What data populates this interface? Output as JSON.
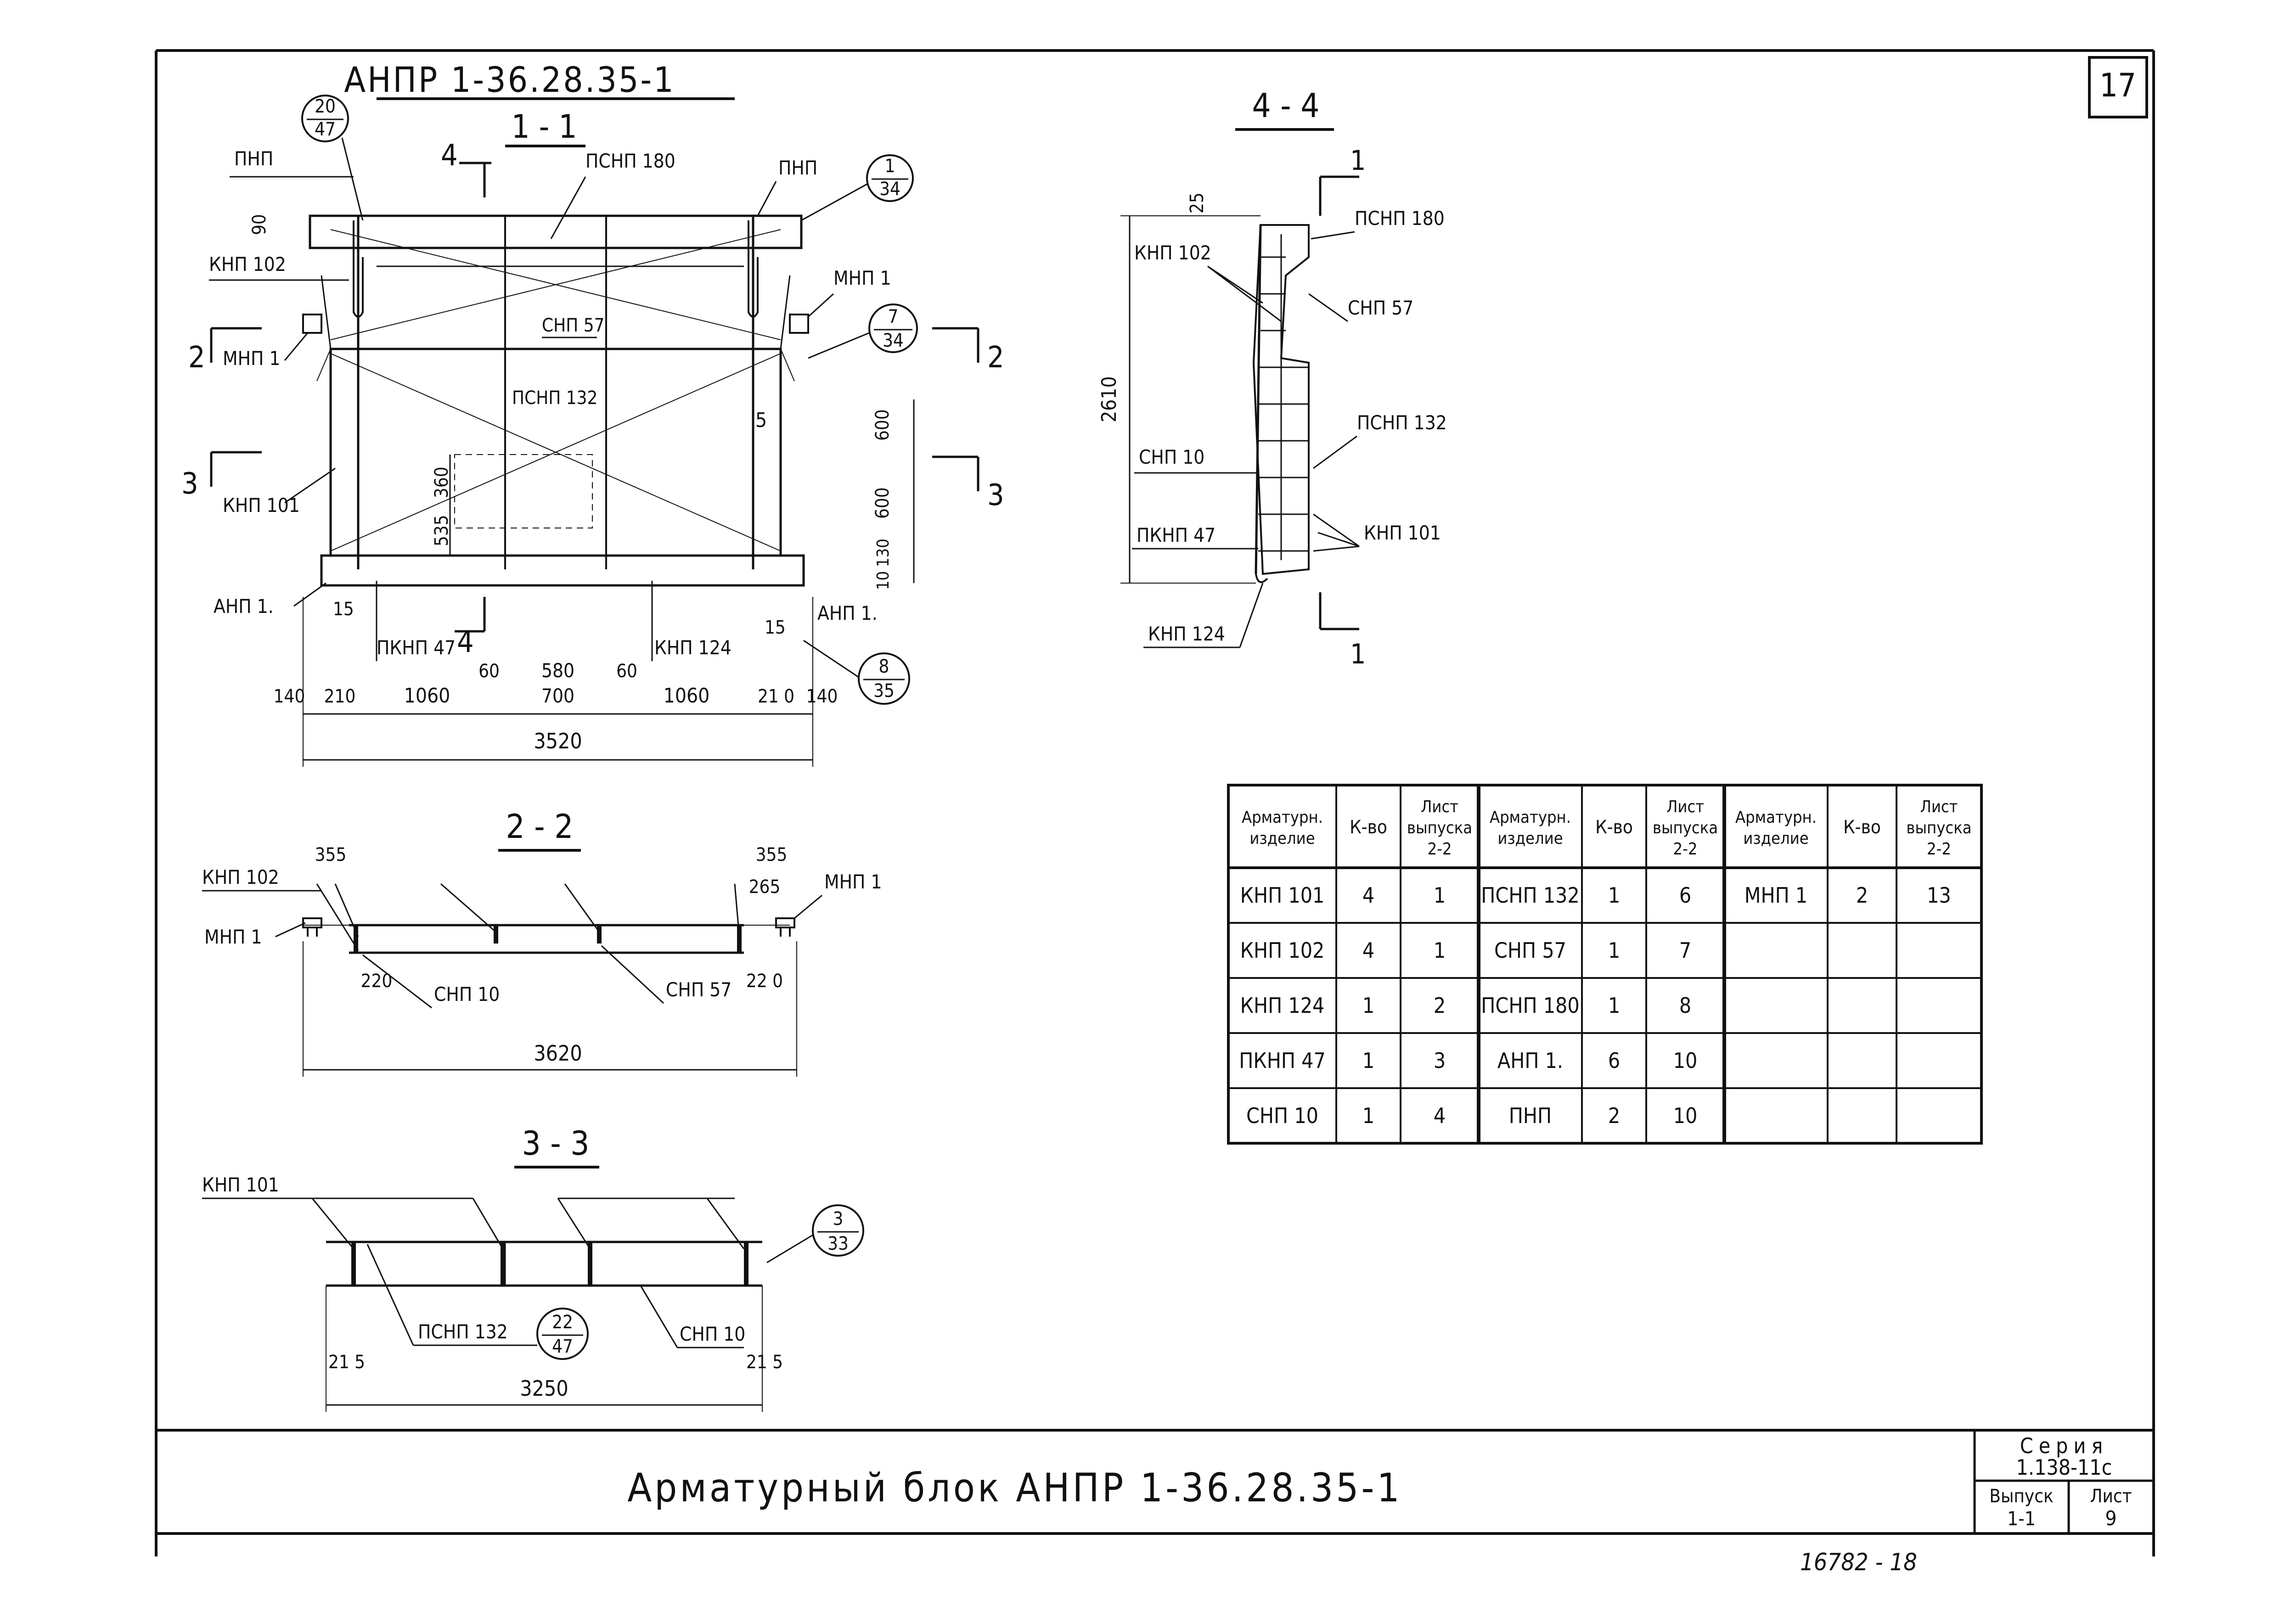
{
  "sheet_number": "17",
  "drawing_title": "АНПР 1-36.28.35-1",
  "caption": "Арматурный блок АНПР 1-36.28.35-1",
  "stamp": {
    "series_label": "Серия",
    "series_value": "1.138-11с",
    "issue_label": "Выпуск",
    "issue_value": "1-1",
    "sheet_label": "Лист",
    "sheet_value": "9"
  },
  "footer_number": "16782 - 18",
  "sections": {
    "s11": "1 - 1",
    "s44": "4 - 4",
    "s22": "2 - 2",
    "s33": "3 - 3"
  },
  "section_markers": {
    "m4": "4",
    "m2": "2",
    "m3": "3",
    "m1": "1"
  },
  "callouts": {
    "c20_47": [
      "20",
      "47"
    ],
    "c1_34": [
      "1",
      "34"
    ],
    "c7_34": [
      "7",
      "34"
    ],
    "c8_35": [
      "8",
      "35"
    ],
    "c3_33": [
      "3",
      "33"
    ],
    "c22_47": [
      "22",
      "47"
    ]
  },
  "labels": {
    "pnp": "ПНП",
    "psnp180": "ПСНП 180",
    "knp102": "КНП 102",
    "mnp1": "МНП 1",
    "snp57": "СНП 57",
    "psnp132": "ПСНП 132",
    "knp101": "КНП 101",
    "anp1": "АНП 1.",
    "pknp47": "ПКНП 47",
    "knp124": "КНП 124",
    "snp10": "СНП 10",
    "five": "5"
  },
  "dims_11": {
    "d90": "90",
    "d15": "15",
    "d600a": "600",
    "d600b": "600",
    "d130": "130",
    "d10": "10",
    "d360": "360",
    "d535": "535",
    "d140l": "140",
    "d210l": "210",
    "d1060l": "1060",
    "d60l": "60",
    "d580": "580",
    "d700": "700",
    "d60r": "60",
    "d1060r": "1060",
    "d210r": "21 0",
    "d140r": "140",
    "d3520": "3520",
    "d15r": "15"
  },
  "dims_44": {
    "d25": "25",
    "d2610": "2610"
  },
  "dims_22": {
    "d355l": "355",
    "d355r": "355",
    "d265": "265",
    "d220l": "220",
    "d220r": "22 0",
    "d3620": "3620"
  },
  "dims_33": {
    "d215l": "21 5",
    "d215r": "21 5",
    "d3250": "3250"
  },
  "table": {
    "headers": [
      [
        "Арматурн.",
        "изделие"
      ],
      [
        "К-во"
      ],
      [
        "Лист",
        "выпуска",
        "2-2"
      ],
      [
        "Арматурн.",
        "изделие"
      ],
      [
        "К-во"
      ],
      [
        "Лист",
        "выпуска",
        "2-2"
      ],
      [
        "Арматурн.",
        "изделие"
      ],
      [
        "К-во"
      ],
      [
        "Лист",
        "выпуска",
        "2-2"
      ]
    ],
    "rows": [
      [
        "КНП 101",
        "4",
        "1",
        "ПСНП 132",
        "1",
        "6",
        "МНП 1",
        "2",
        "13"
      ],
      [
        "КНП 102",
        "4",
        "1",
        "СНП 57",
        "1",
        "7",
        "",
        "",
        ""
      ],
      [
        "КНП 124",
        "1",
        "2",
        "ПСНП 180",
        "1",
        "8",
        "",
        "",
        ""
      ],
      [
        "ПКНП 47",
        "1",
        "3",
        "АНП 1.",
        "6",
        "10",
        "",
        "",
        ""
      ],
      [
        "СНП 10",
        "1",
        "4",
        "ПНП",
        "2",
        "10",
        "",
        "",
        ""
      ]
    ]
  }
}
